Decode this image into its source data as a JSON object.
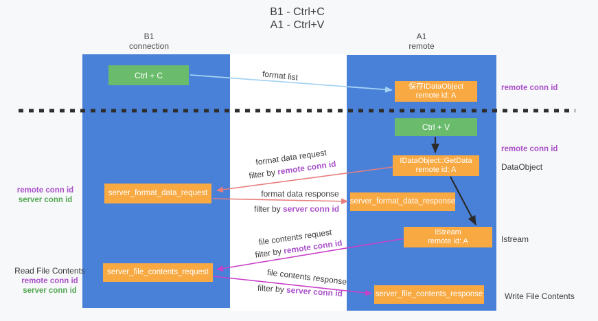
{
  "title": {
    "line1": "B1 - Ctrl+C",
    "line2": "A1 - Ctrl+V"
  },
  "columns": {
    "left": {
      "name": "B1",
      "subtitle": "connection"
    },
    "right": {
      "name": "A1",
      "subtitle": "remote"
    }
  },
  "nodes": {
    "ctrl_c": {
      "label": "Ctrl + C"
    },
    "ctrl_v": {
      "label": "Ctrl + V"
    },
    "save_dataobject": {
      "line1": "保存IDataObject",
      "line2": "remote id: A"
    },
    "getdata": {
      "line1": "IDataObject::GetData",
      "line2": "remote id: A"
    },
    "istream": {
      "line1": "IStream",
      "line2": "remote id: A"
    },
    "server_format_data_request": {
      "label": "server_format_data_request"
    },
    "server_format_data_response": {
      "label": "server_format_data_response"
    },
    "server_file_contents_request": {
      "label": "server_file_contents_request"
    },
    "server_file_contents_response": {
      "label": "server_file_contents_response"
    }
  },
  "arrow_labels": {
    "format_list": "format list",
    "format_data_request": "format data request",
    "format_data_response": "format data response",
    "file_contents_request": "file contents request",
    "file_contents_response": "file contents response",
    "filter_by": "filter by ",
    "remote_conn_id": "remote conn id",
    "server_conn_id": "server conn id"
  },
  "side_labels": {
    "remote_conn_id": "remote conn id",
    "server_conn_id": "server conn id",
    "dataobject": "DataObject",
    "istream": "Istream",
    "read_file_contents": "Read File Contents",
    "write_file_contents": "Write File Contents"
  },
  "colors": {
    "column_blue": "#4a81d8",
    "node_green": "#6abc6c",
    "node_orange": "#f8a942",
    "purple_label": "#a951c9",
    "green_label": "#55a855",
    "salmon_arrow": "#e87d7d",
    "magenta_arrow": "#c83fc8",
    "light_blue_arrow": "#a5d3f3",
    "dark_arrow": "#2b2b2b"
  }
}
